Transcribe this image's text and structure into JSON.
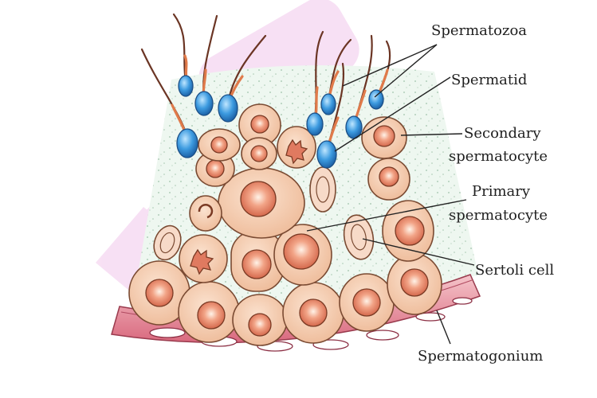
{
  "labels": {
    "spermatozoa": "Spermatozoa",
    "spermatid": "Spermatid",
    "secondary_line1": "Secondary",
    "secondary_line2": "spermatocyte",
    "primary_line1": "Primary",
    "primary_line2": "spermatocyte",
    "sertoli": "Sertoli cell",
    "spermatogonium": "Spermatogonium"
  },
  "colors": {
    "cell_fill": "#f2c4a6",
    "cell_stroke": "#7a4a32",
    "nucleus_fill": "#e58a6e",
    "sperm_head": "#2f8fd6",
    "basement_membrane": "#e8a1ac",
    "background_tissue": "#eef7f0"
  }
}
